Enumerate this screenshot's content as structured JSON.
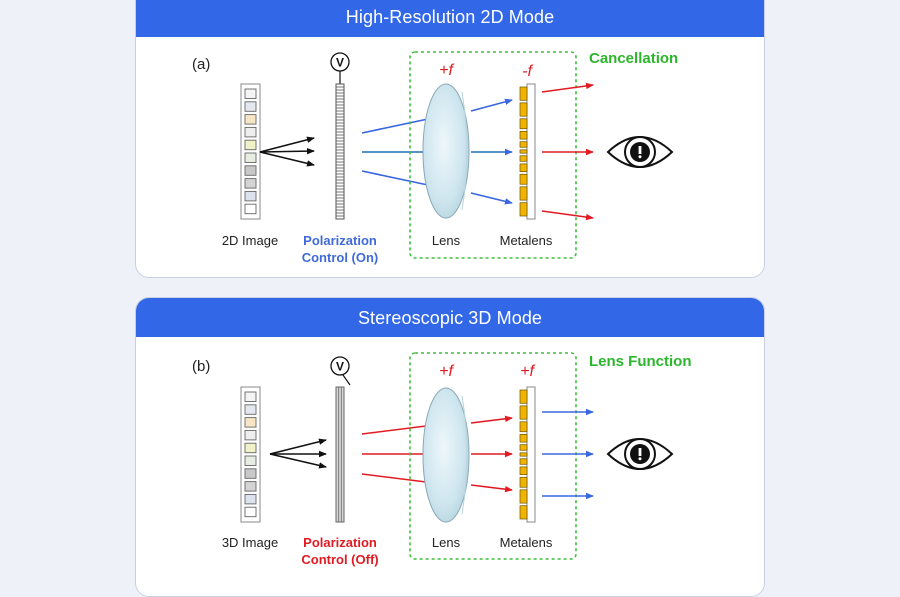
{
  "panels": [
    {
      "id": "a",
      "header_title": "High-Resolution 2D Mode",
      "panel_label": "(a)",
      "source_label": "2D Image",
      "polarization_label_line1": "Polarization",
      "polarization_label_line2": "Control (On)",
      "polarization_state": "on",
      "lens_label": "Lens",
      "lens_focal": "+f",
      "metalens_label": "Metalens",
      "metalens_focal": "-f",
      "result_label": "Cancellation",
      "incoming_ray_color": "#3a66e0",
      "outgoing_ray_color": "#e21b23",
      "outgoing_direction": "diverging",
      "viewer_icon": "eye-icon"
    },
    {
      "id": "b",
      "header_title": "Stereoscopic 3D Mode",
      "panel_label": "(b)",
      "source_label": "3D Image",
      "polarization_label_line1": "Polarization",
      "polarization_label_line2": "Control (Off)",
      "polarization_state": "off",
      "lens_label": "Lens",
      "lens_focal": "+f",
      "metalens_label": "Metalens",
      "metalens_focal": "+f",
      "result_label": "Lens Function",
      "incoming_ray_color": "#e21b23",
      "outgoing_ray_color": "#3a66e0",
      "outgoing_direction": "parallel",
      "viewer_icon": "eye-icon"
    }
  ],
  "colors": {
    "header_bg": "#3268e8",
    "header_text": "#ffffff",
    "polarization_on_text": "#3f6ad8",
    "polarization_off_text": "#e21b23",
    "result_text": "#2db52d",
    "dashed_box": "#3cbf3c",
    "focal_text": "#e21b23",
    "metalens_block": "#f0b400",
    "pixel_colors": [
      "#f4f4f4",
      "#e3e8ef",
      "#f7e6c4",
      "#eeeeee",
      "#f1f0c6",
      "#e7ede3",
      "#c8c8c8",
      "#d4d4d4",
      "#dde3ee",
      "#ffffff"
    ]
  }
}
